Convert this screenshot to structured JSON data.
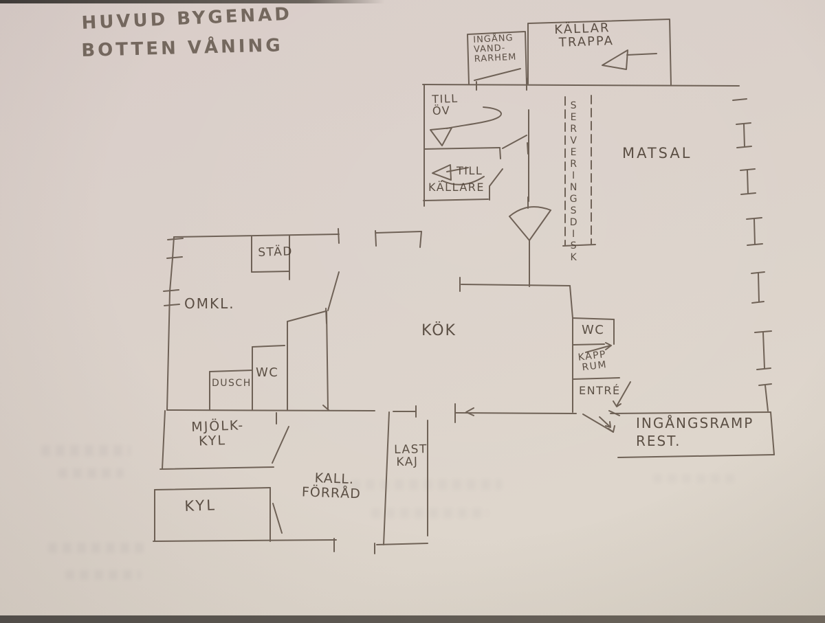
{
  "title": {
    "line1": "HUVUD BYGENAD",
    "line2": "BOTTEN VÅNING"
  },
  "rooms": {
    "ingang_vandrarhem": {
      "line1": "INGÅNG",
      "line2": "VAND-",
      "line3": "RARHEM"
    },
    "kallartrappa": {
      "line1": "KÄLLAR",
      "line2": "TRAPPA"
    },
    "till_ov": {
      "line1": "TILL",
      "line2": "ÖV"
    },
    "till_kallare": {
      "line1": "TILL",
      "line2": "KÄLLARE"
    },
    "serveringsdisk": {
      "label": "SERVERINGSDISK"
    },
    "matsal": {
      "label": "MATSAL"
    },
    "stad": {
      "label": "STÄD"
    },
    "omkl": {
      "label": "OMKL."
    },
    "dusch": {
      "label": "DUSCH"
    },
    "wc_omkl": {
      "label": "WC"
    },
    "kok": {
      "label": "KÖK"
    },
    "wc_entre": {
      "label": "WC"
    },
    "kapprum": {
      "line1": "KAPP",
      "line2": "RUM"
    },
    "entre": {
      "label": "ENTRÉ"
    },
    "ingangsramp": {
      "line1": "INGÅNGSRAMP",
      "line2": "REST."
    },
    "mjolkkyl": {
      "line1": "MJÖLK-",
      "line2": "KYL"
    },
    "kyl": {
      "label": "KYL"
    },
    "kallforrad": {
      "line1": "KALL.",
      "line2": "FÖRRÅD"
    },
    "lastkaj": {
      "line1": "LAST",
      "line2": "KAJ"
    }
  },
  "colors": {
    "paper": "#dbd1ca",
    "pencil": "#57493d",
    "text": "#4a3d32"
  }
}
